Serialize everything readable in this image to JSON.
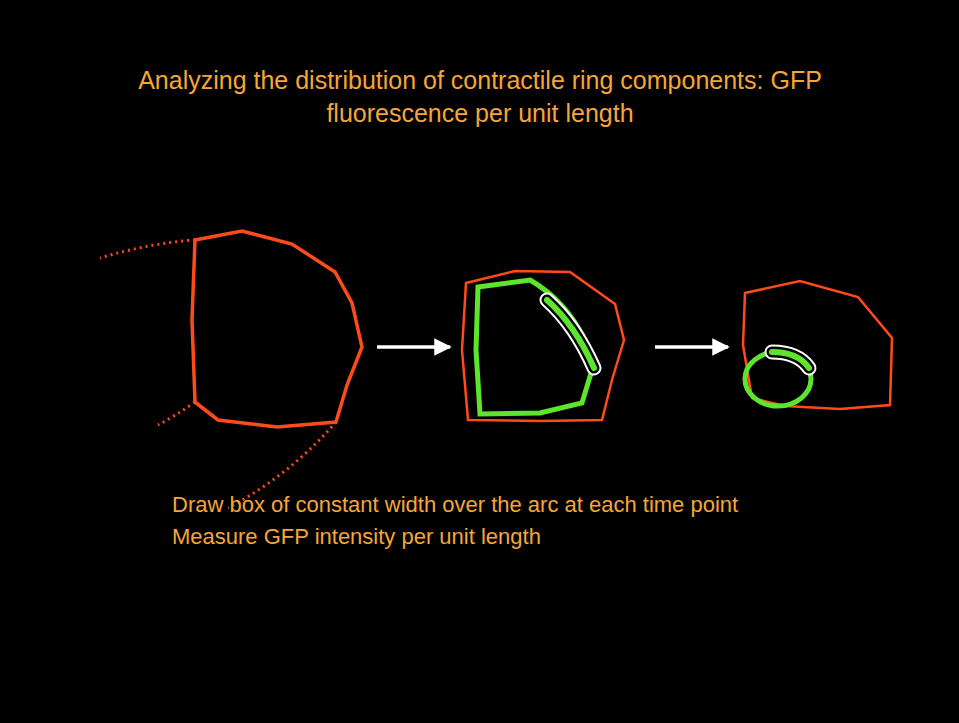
{
  "diagram": {
    "title": "Analyzing the distribution of contractile ring components: GFP fluorescence per unit length",
    "labels": [
      "Draw box of constant width over the arc at each time point",
      "Measure GFP intensity per unit length"
    ]
  }
}
